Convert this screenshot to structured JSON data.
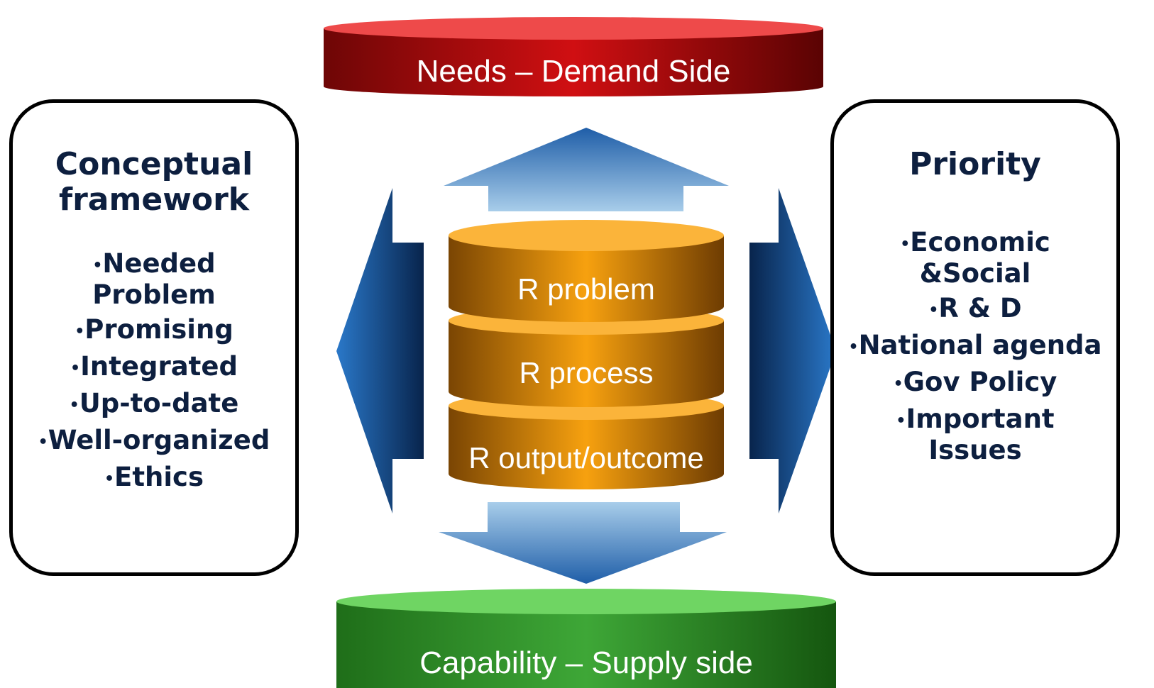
{
  "top_bar": {
    "label": "Needs – Demand Side",
    "color": "#c01818"
  },
  "bottom_bar": {
    "label": "Capability – Supply side",
    "color": "#3fa83a"
  },
  "stack": {
    "color": "#f5a21a",
    "layers": [
      "R problem",
      "R process",
      "R output/outcome"
    ]
  },
  "arrows": {
    "color": "#1f64b0"
  },
  "left_box": {
    "title": "Conceptual framework",
    "items": [
      "Needed Problem",
      "Promising",
      "Integrated",
      "Up-to-date",
      "Well-organized",
      "Ethics"
    ]
  },
  "right_box": {
    "title": "Priority",
    "items": [
      "Economic &Social",
      "R & D",
      "National agenda",
      "Gov Policy",
      "Important Issues"
    ]
  }
}
